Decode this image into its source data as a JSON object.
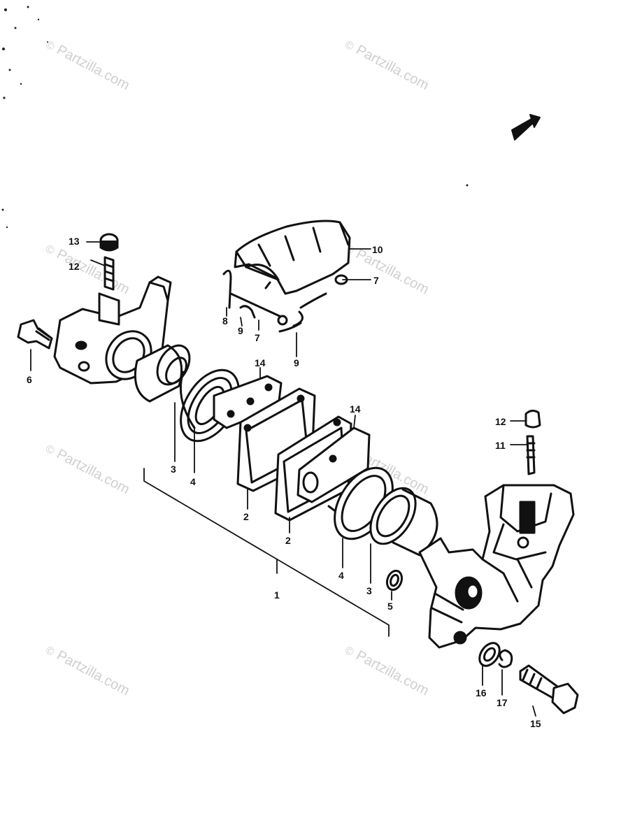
{
  "watermark": {
    "symbol": "©",
    "text": "Partzilla.com"
  },
  "callouts": [
    "13",
    "12",
    "6",
    "10",
    "7",
    "8",
    "9",
    "7",
    "9",
    "14",
    "2",
    "2",
    "14",
    "3",
    "4",
    "1",
    "4",
    "3",
    "5",
    "12",
    "11",
    "16",
    "17",
    "15"
  ]
}
